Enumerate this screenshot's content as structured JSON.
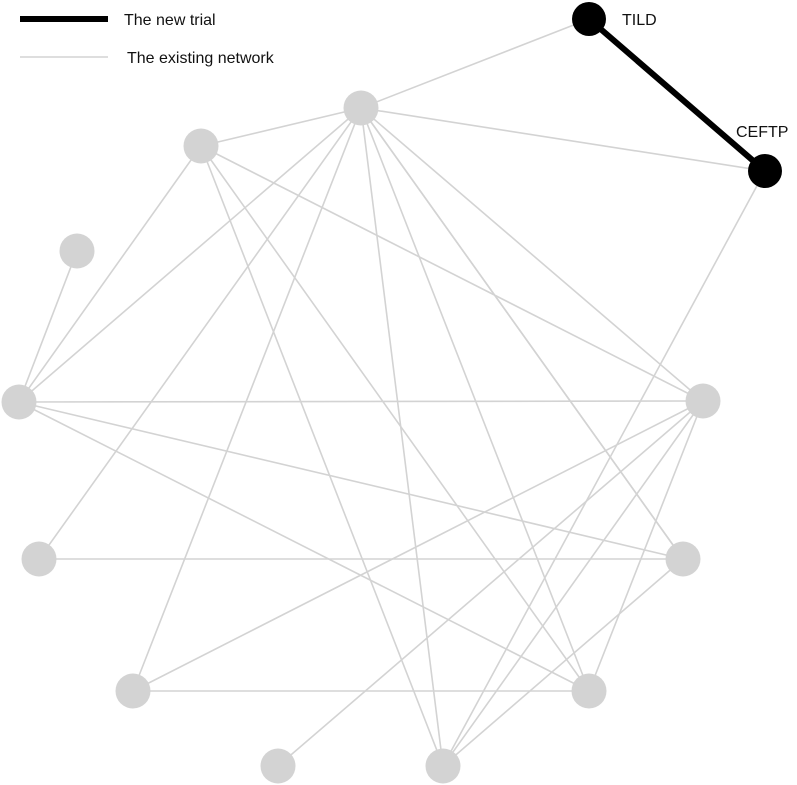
{
  "legend": {
    "new_label": "The new trial",
    "existing_label": "The existing network"
  },
  "colors": {
    "new": "#000000",
    "existing": "#d3d3d3",
    "text": "#111111"
  },
  "nodes": [
    {
      "id": "TILD",
      "label": "TILD",
      "highlight": true
    },
    {
      "id": "CEFTP",
      "label": "CEFTP",
      "highlight": true
    },
    {
      "id": "n3",
      "label": "",
      "highlight": false
    },
    {
      "id": "n4",
      "label": "",
      "highlight": false
    },
    {
      "id": "n5",
      "label": "",
      "highlight": false
    },
    {
      "id": "n6",
      "label": "",
      "highlight": false
    },
    {
      "id": "n7",
      "label": "",
      "highlight": false
    },
    {
      "id": "n8",
      "label": "",
      "highlight": false
    },
    {
      "id": "n9",
      "label": "",
      "highlight": false
    },
    {
      "id": "n10",
      "label": "",
      "highlight": false
    },
    {
      "id": "n11",
      "label": "",
      "highlight": false
    },
    {
      "id": "n12",
      "label": "",
      "highlight": false
    },
    {
      "id": "n13",
      "label": "",
      "highlight": false
    },
    {
      "id": "n14",
      "label": "",
      "highlight": false
    }
  ],
  "edges": [
    {
      "from": "TILD",
      "to": "CEFTP",
      "new": true
    },
    {
      "from": "TILD",
      "to": "n3",
      "new": false
    },
    {
      "from": "n3",
      "to": "CEFTP",
      "new": false
    },
    {
      "from": "CEFTP",
      "to": "n10",
      "new": false
    },
    {
      "from": "n3",
      "to": "n4",
      "new": false
    },
    {
      "from": "n3",
      "to": "n6",
      "new": false
    },
    {
      "from": "n3",
      "to": "n7",
      "new": false
    },
    {
      "from": "n3",
      "to": "n8",
      "new": false
    },
    {
      "from": "n3",
      "to": "n11",
      "new": false
    },
    {
      "from": "n3",
      "to": "n12",
      "new": false
    },
    {
      "from": "n3",
      "to": "n10",
      "new": false
    },
    {
      "from": "n3",
      "to": "n13",
      "new": false
    },
    {
      "from": "n3",
      "to": "n14",
      "new": false
    },
    {
      "from": "n4",
      "to": "n6",
      "new": false
    },
    {
      "from": "n4",
      "to": "n11",
      "new": false
    },
    {
      "from": "n4",
      "to": "n12",
      "new": false
    },
    {
      "from": "n4",
      "to": "n10",
      "new": false
    },
    {
      "from": "n5",
      "to": "n6",
      "new": false
    },
    {
      "from": "n6",
      "to": "n13",
      "new": false
    },
    {
      "from": "n6",
      "to": "n12",
      "new": false
    },
    {
      "from": "n6",
      "to": "n11",
      "new": false
    },
    {
      "from": "n7",
      "to": "n13",
      "new": false
    },
    {
      "from": "n8",
      "to": "n11",
      "new": false
    },
    {
      "from": "n8",
      "to": "n12",
      "new": false
    },
    {
      "from": "n12",
      "to": "n11",
      "new": false
    },
    {
      "from": "n12",
      "to": "n9",
      "new": false
    },
    {
      "from": "n12",
      "to": "n10",
      "new": false
    },
    {
      "from": "n13",
      "to": "n10",
      "new": false
    }
  ]
}
